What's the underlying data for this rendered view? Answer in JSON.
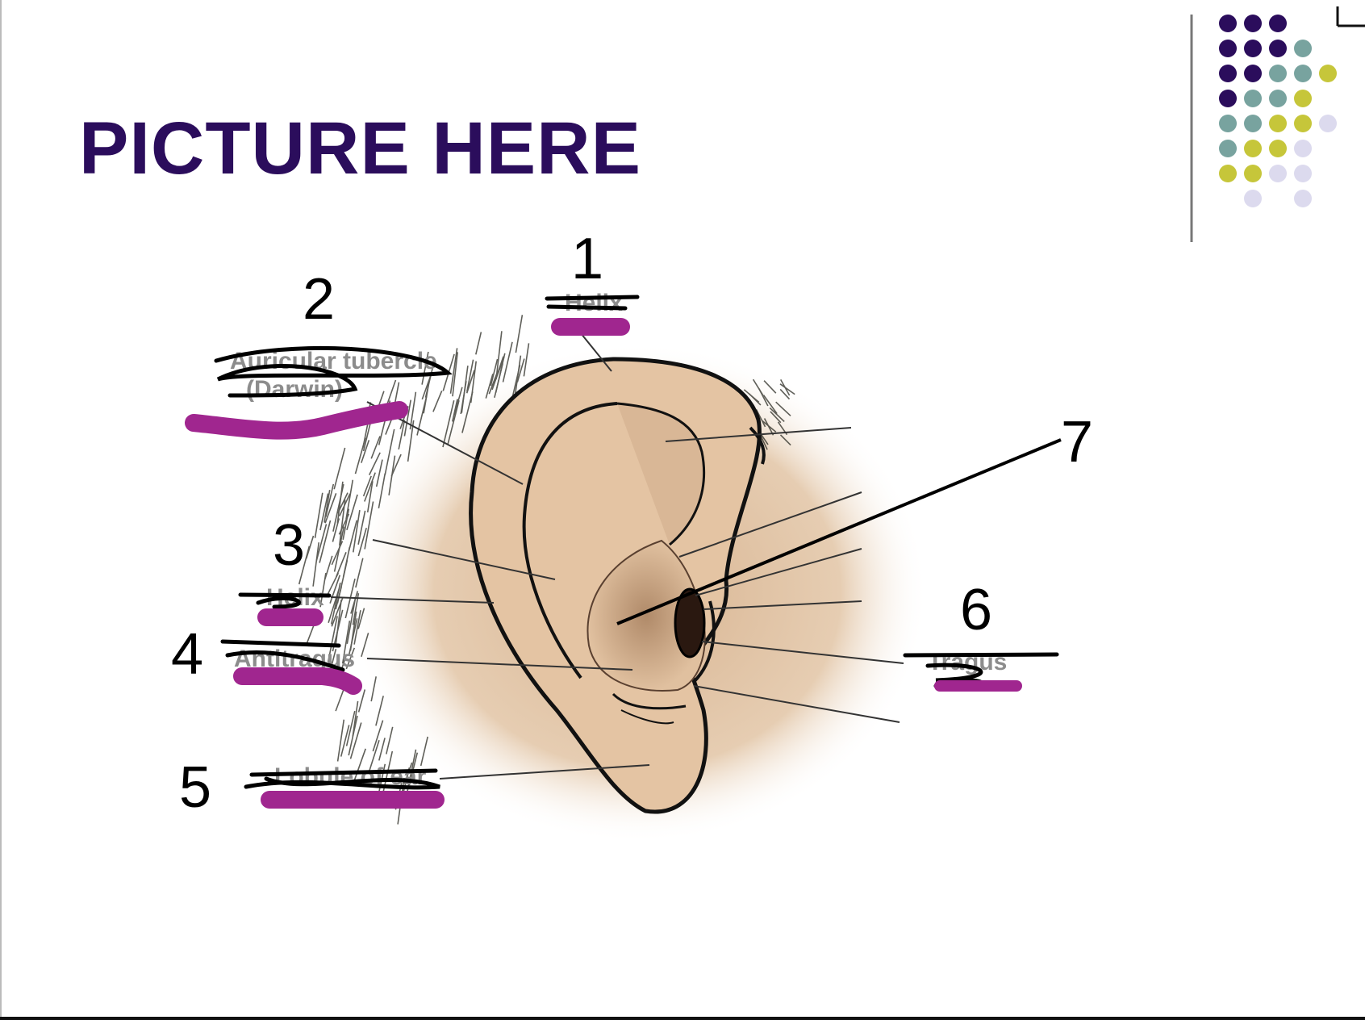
{
  "slide": {
    "title": "PICTURE HERE"
  },
  "colors": {
    "title": "#2b0d5c",
    "highlight": "#a0268f",
    "skin": "#e3c3a2",
    "hair": "#e8e2c4",
    "dot_purple": "#2b0d5c",
    "dot_teal": "#78a39f",
    "dot_yellow": "#c6c63a",
    "dot_lavender": "#dcdaee"
  },
  "labels": [
    {
      "number": "1",
      "crossed_term": "Helix"
    },
    {
      "number": "2",
      "crossed_term": "Auricular tubercle",
      "crossed_term_2": "(Darwin)"
    },
    {
      "number": "3",
      "crossed_term": "Helix"
    },
    {
      "number": "4",
      "crossed_term": "Antitragus"
    },
    {
      "number": "5",
      "crossed_term": "Lobule of ear"
    },
    {
      "number": "6",
      "crossed_term": "Tragus"
    },
    {
      "number": "7"
    }
  ]
}
